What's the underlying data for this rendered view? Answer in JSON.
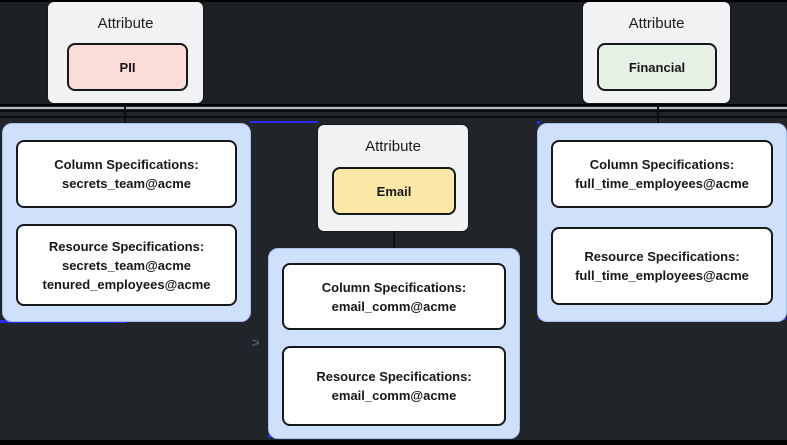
{
  "diagram": {
    "kind": "attribute-specification-graph",
    "background": "#212429"
  },
  "attributes": [
    {
      "label": "Attribute",
      "name": "PII",
      "fill": "#fadcd9"
    },
    {
      "label": "Attribute",
      "name": "Financial",
      "fill": "#e4f1e4"
    },
    {
      "label": "Attribute",
      "name": "Email",
      "fill": "#fce8a6"
    }
  ],
  "spec_groups": [
    {
      "attribute": "PII",
      "boxes": [
        {
          "title": "Column Specifications:",
          "lines": [
            "secrets_team@acme"
          ]
        },
        {
          "title": "Resource Specifications:",
          "lines": [
            "secrets_team@acme",
            "tenured_employees@acme"
          ]
        }
      ]
    },
    {
      "attribute": "Email",
      "boxes": [
        {
          "title": "Column Specifications:",
          "lines": [
            "email_comm@acme"
          ]
        },
        {
          "title": "Resource Specifications:",
          "lines": [
            "email_comm@acme"
          ]
        }
      ]
    },
    {
      "attribute": "Financial",
      "boxes": [
        {
          "title": "Column Specifications:",
          "lines": [
            "full_time_employees@acme"
          ]
        },
        {
          "title": "Resource Specifications:",
          "lines": [
            "full_time_employees@acme"
          ]
        }
      ]
    }
  ],
  "decorations": {
    "arrow_glyph": ">",
    "edge_accent_color": "#2b2bef",
    "container_fill": "#cfe0fb",
    "spec_box_fill": "#ffffff",
    "card_fill": "#f0f2f3"
  }
}
